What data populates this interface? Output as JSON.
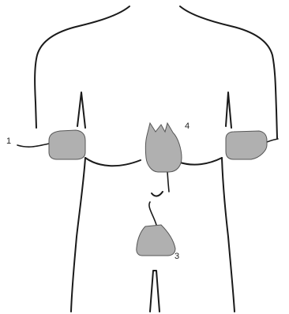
{
  "diagram": {
    "colors": {
      "outline": "#1a1a1a",
      "electrode_fill": "#b0b0b0",
      "electrode_stroke": "#555555",
      "background": "#ffffff"
    },
    "electrodes": [
      {
        "id": "left-side",
        "label": "1"
      },
      {
        "id": "right-side",
        "label": ""
      },
      {
        "id": "abdomen",
        "label": "3"
      },
      {
        "id": "chest-center",
        "label": "4"
      }
    ]
  }
}
